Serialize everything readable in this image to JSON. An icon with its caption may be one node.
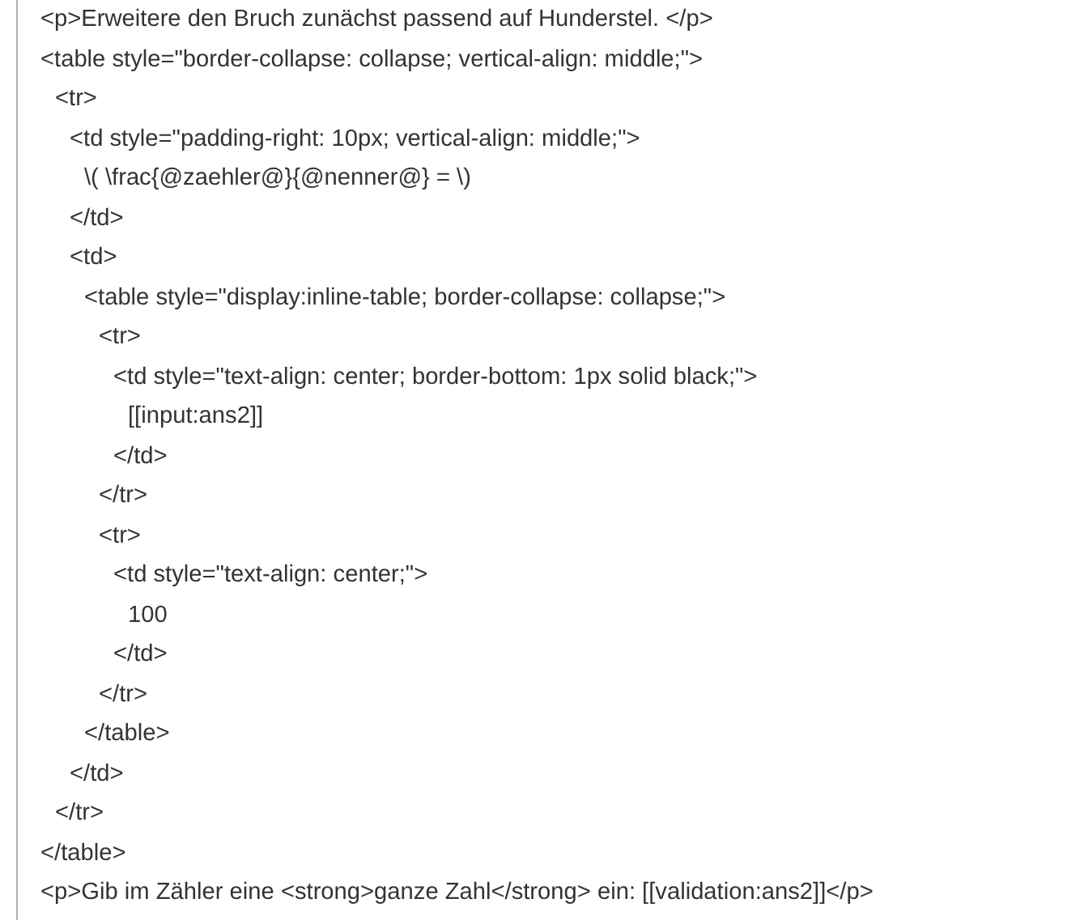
{
  "diagram": {
    "labels": [
      "<p>Erweitere den Bruch zunächst passend auf Hunderstel. </p>",
      "<table style=\"border-collapse: collapse; vertical-align: middle;\">",
      "<tr>",
      "<td style=\"padding-right: 10px; vertical-align: middle;\">",
      "\\( \\frac{@zaehler@}{@nenner@} = \\)",
      "</td>",
      "<td>",
      "<table style=\"display:inline-table; border-collapse: collapse;\">",
      "<tr>",
      "<td style=\"text-align: center; border-bottom: 1px solid black;\">",
      "[[input:ans2]]",
      "</td>",
      "</tr>",
      "<tr>",
      "<td style=\"text-align: center;\">",
      "100",
      "</td>",
      "</tr>",
      "</table>",
      "</td>",
      "</tr>",
      "</table>",
      "<p>Gib im Zähler eine <strong>ganze Zahl</strong> ein: [[validation:ans2]]</p>"
    ]
  }
}
